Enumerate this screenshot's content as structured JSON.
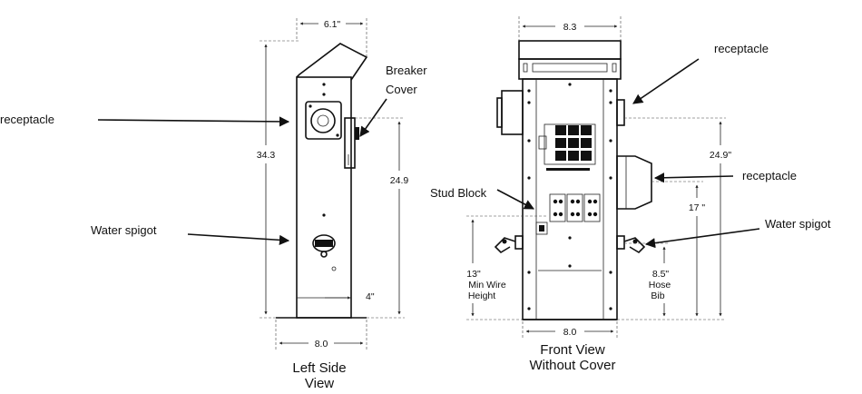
{
  "left_view": {
    "caption_line1": "Left Side",
    "caption_line2": "View",
    "dim_top": "6.1\"",
    "dim_height": "34.3",
    "dim_breaker_height": "24.9",
    "dim_spigot_offset": "4\"",
    "dim_width": "8.0"
  },
  "front_view": {
    "caption_line1": "Front View",
    "caption_line2": "Without Cover",
    "dim_top": "8.3",
    "dim_receptacle_height": "24.9\"",
    "dim_spigot_height": "17 \"",
    "dim_wire_line1": "13\"",
    "dim_wire_line2": "Min Wire",
    "dim_wire_line3": "Height",
    "dim_hose_line1": "8.5\"",
    "dim_hose_line2": "Hose",
    "dim_hose_line3": "Bib",
    "dim_width": "8.0"
  },
  "labels": {
    "receptacle_left": "receptacle",
    "water_spigot_left": "Water spigot",
    "breaker_line1": "Breaker",
    "breaker_line2": "Cover",
    "stud_block": "Stud Block",
    "receptacle_top_right": "receptacle",
    "receptacle_mid_right": "receptacle",
    "water_spigot_right": "Water spigot"
  }
}
